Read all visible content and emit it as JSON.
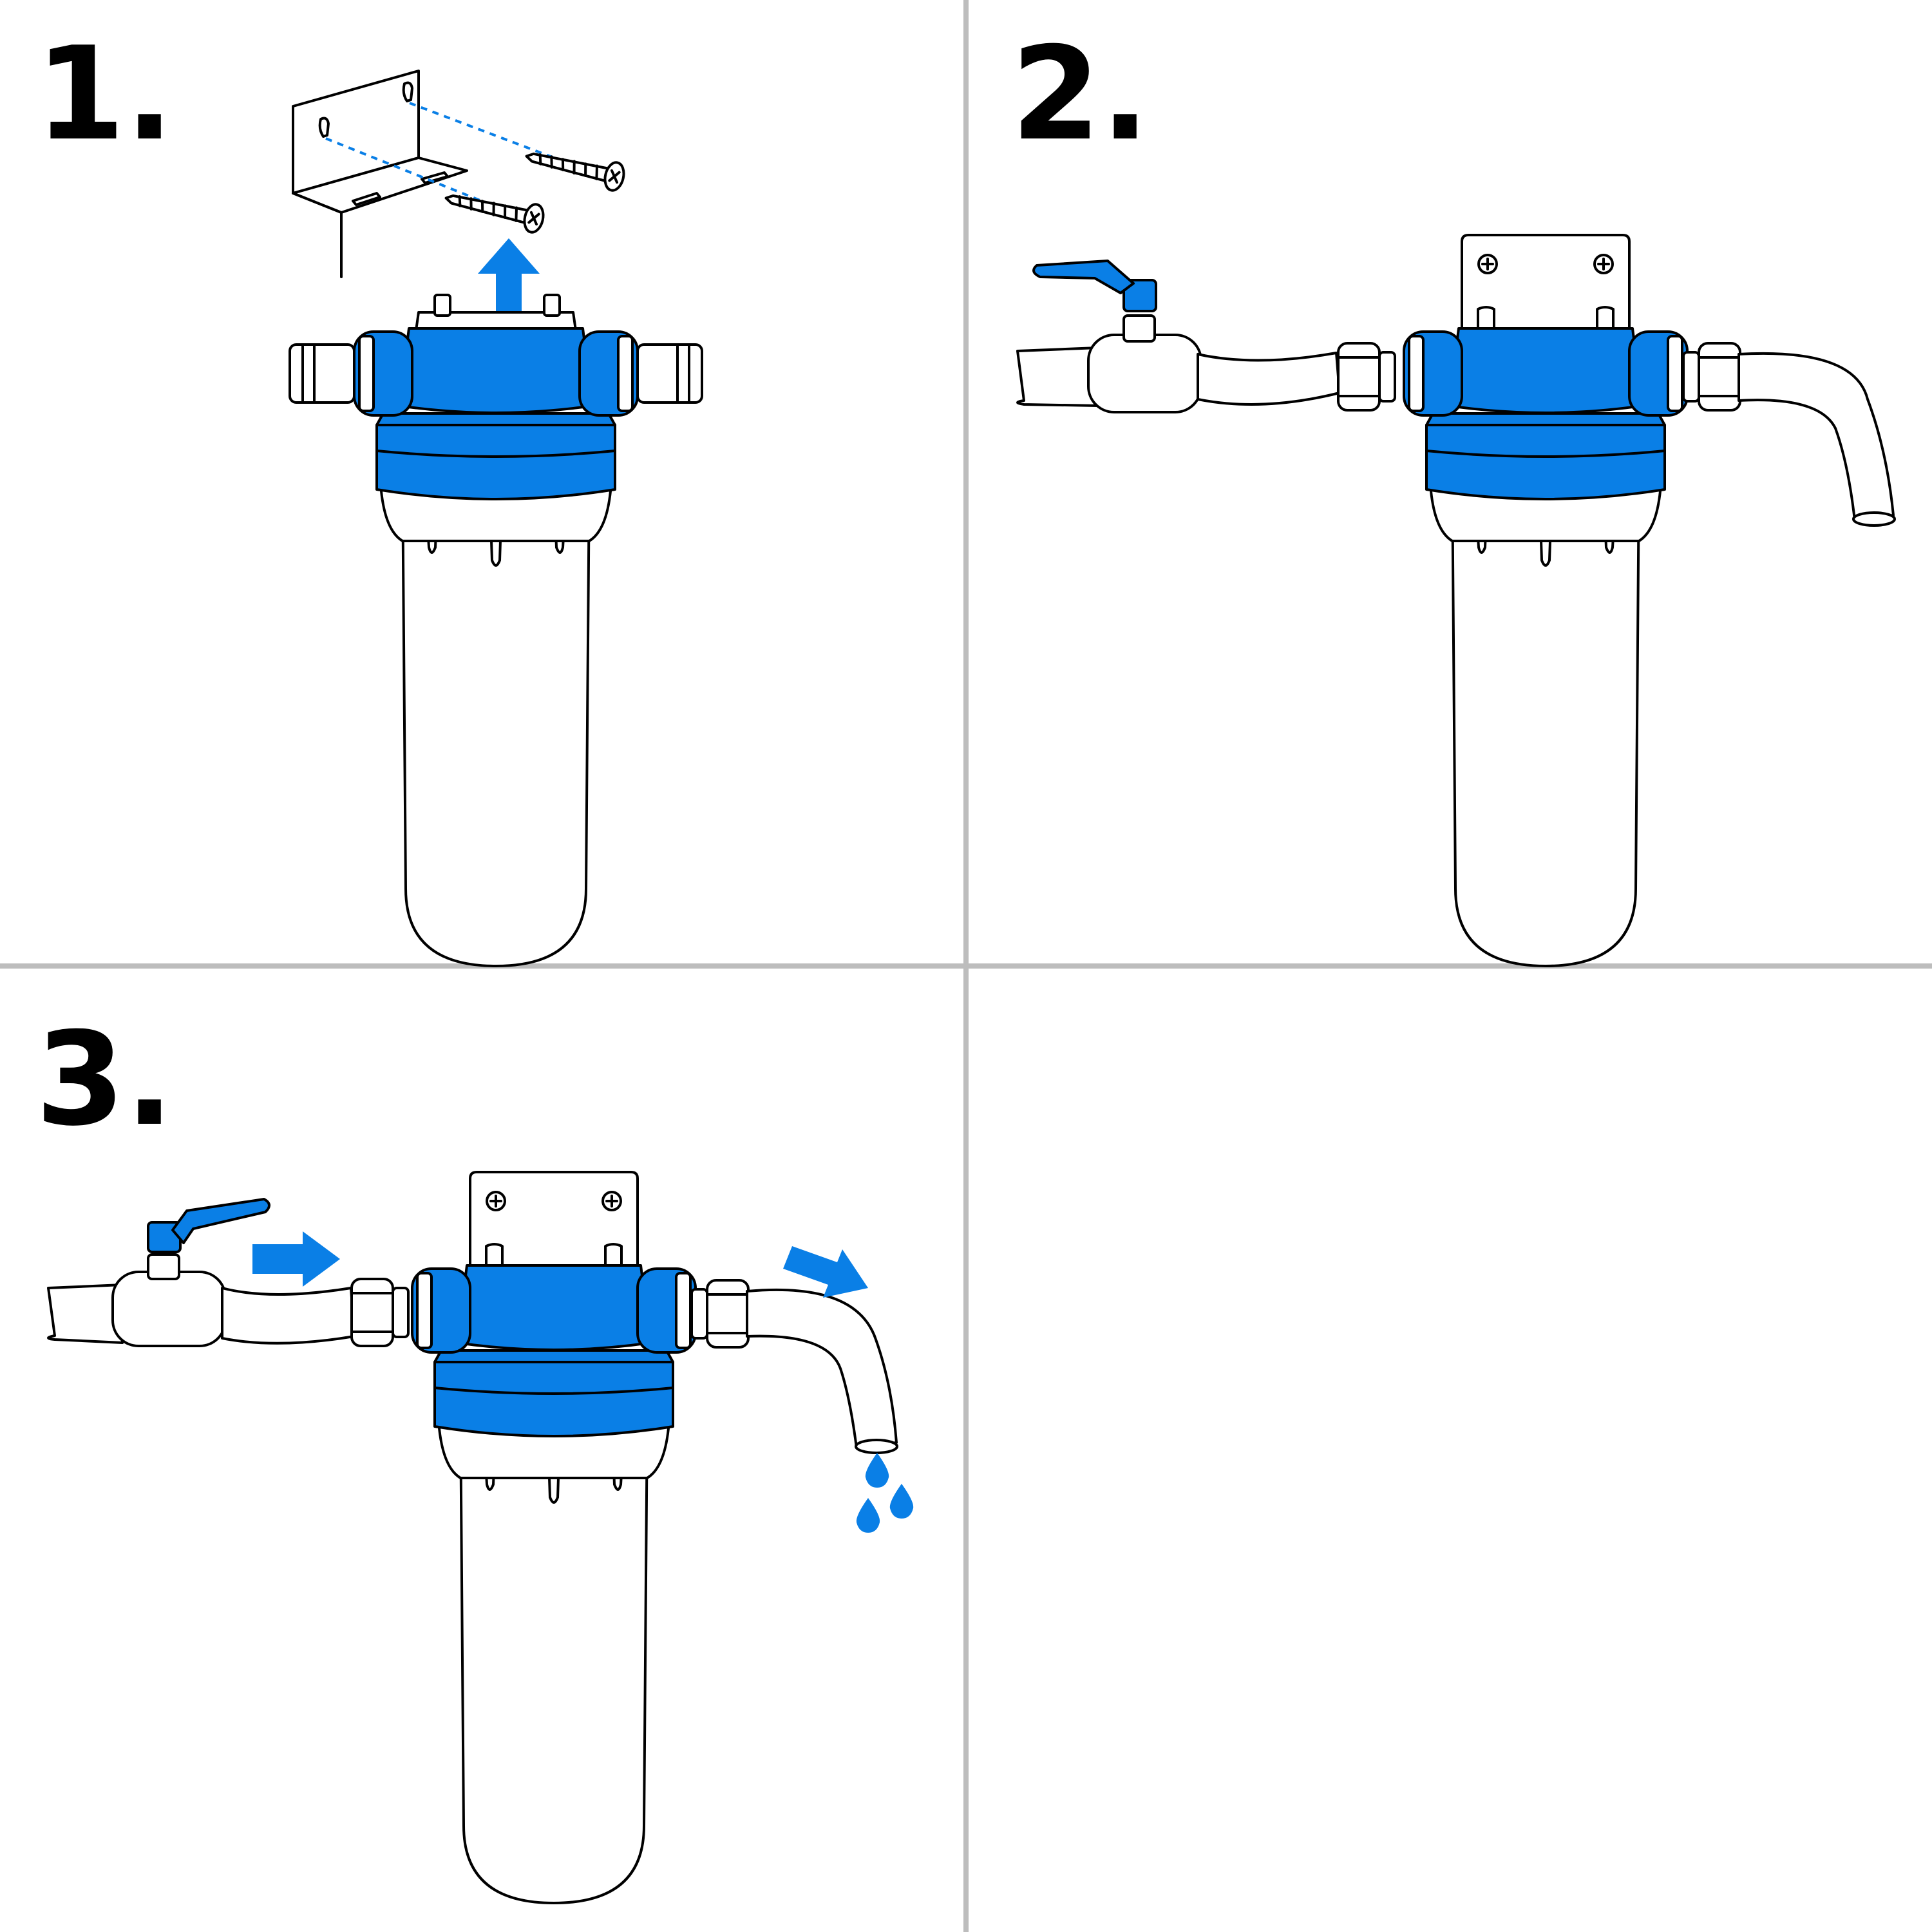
{
  "colors": {
    "accent": "#0a7fe6",
    "outline": "#000000",
    "divider": "#bdbdbd",
    "background": "#ffffff"
  },
  "panels": [
    {
      "id": "panel-1",
      "label": "1."
    },
    {
      "id": "panel-2",
      "label": "2."
    },
    {
      "id": "panel-3",
      "label": "3."
    },
    {
      "id": "panel-4",
      "label": ""
    }
  ]
}
